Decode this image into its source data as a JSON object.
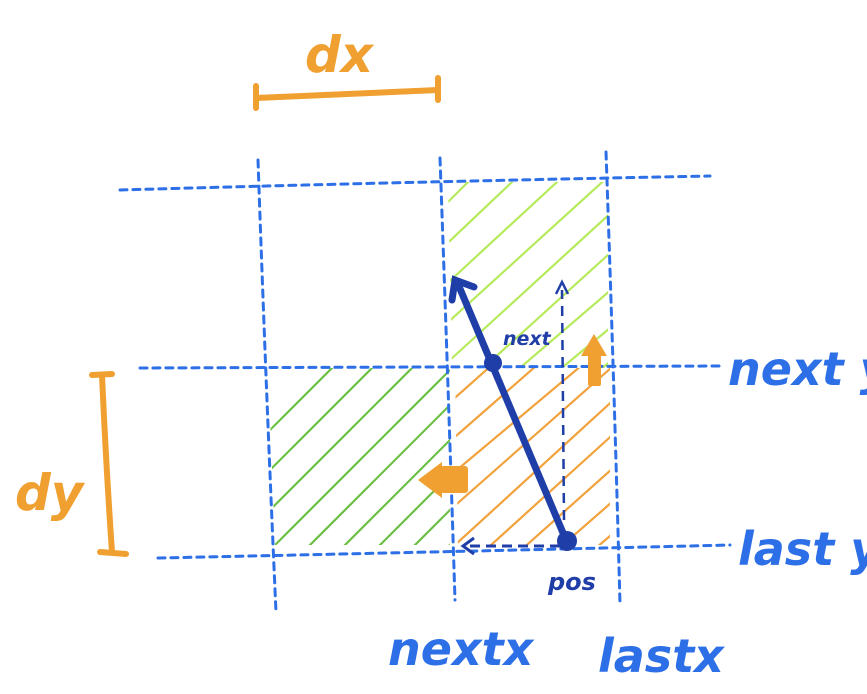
{
  "labels": {
    "dx": "dx",
    "dy": "dy",
    "next": "next",
    "pos": "pos",
    "nexty": "next y",
    "lasty": "last y",
    "nextx": "nextx",
    "lastx": "lastx"
  },
  "colors": {
    "grid": "#2d6fe6",
    "ray": "#1f3ea8",
    "measure": "#f0a030",
    "hatch_left": "#6cbf45",
    "hatch_top": "#b6ea5a",
    "hatch_current": "#f2a23c"
  }
}
